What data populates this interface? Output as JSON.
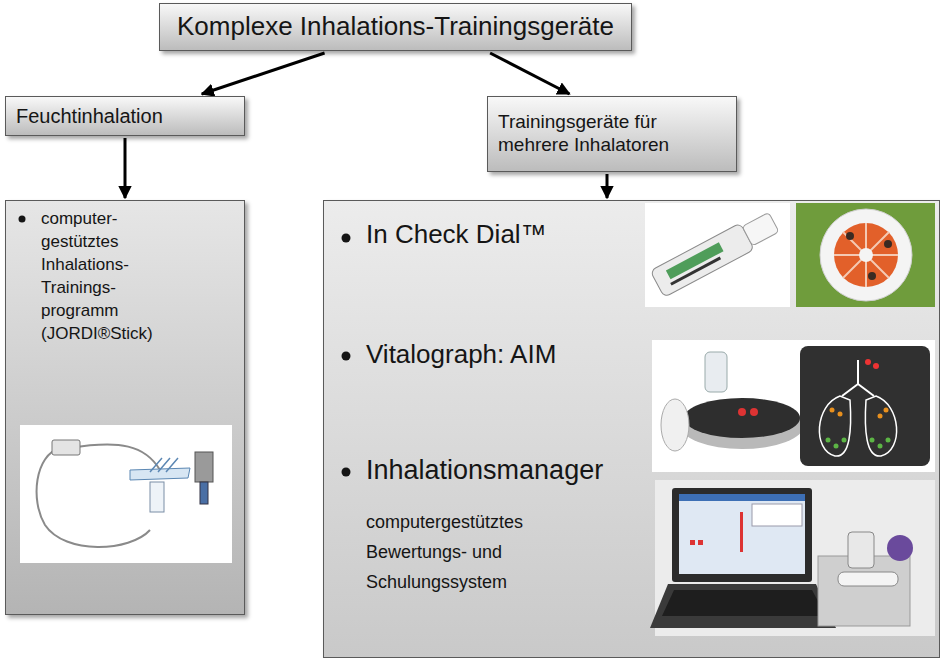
{
  "diagram": {
    "nodes": [
      {
        "text": [
          "Komplexe Inhalations-Trainingsgeräte"
        ]
      },
      {
        "text": [
          "Feuchtinhalation"
        ]
      },
      {
        "text": [
          "Trainingsgeräte für mehrere Inhalatoren"
        ]
      },
      {
        "text": [
          "computer- gestütztes Inhalations- Trainings- programm (JORDI®Stick)"
        ]
      },
      {
        "text": [
          "In Check Dial™",
          "Vitalograph: AIM",
          "Inhalationsmanager",
          "computergestütztes Bewertungs- und Schulungssystem"
        ]
      }
    ],
    "edges": [
      {
        "from": 0,
        "to": 1,
        "arrow": "to"
      },
      {
        "from": 0,
        "to": 2,
        "arrow": "to"
      },
      {
        "from": 1,
        "to": 3,
        "arrow": "to"
      },
      {
        "from": 2,
        "to": 4,
        "arrow": "to"
      }
    ]
  }
}
